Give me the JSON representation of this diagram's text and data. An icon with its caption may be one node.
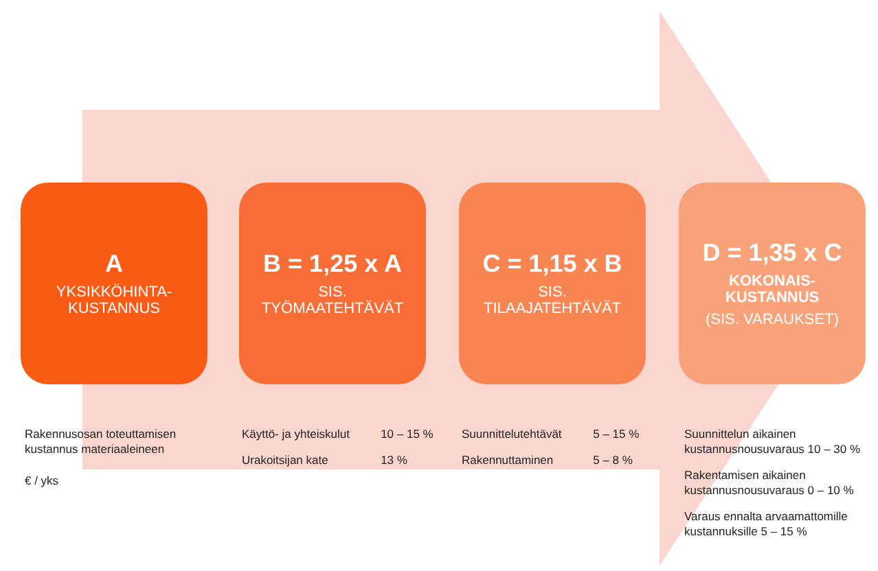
{
  "diagram": {
    "nodes": [
      {
        "text": [
          "A",
          "YKSIKKÖHINTA- KUSTANNUS"
        ],
        "beside": [
          "Rakennusosan toteuttamisen kustannus materiaaleineen",
          "€ / yks"
        ]
      },
      {
        "text": [
          "B = 1,25 x A",
          "SIS. TYÖMAATEHTÄVÄT"
        ],
        "beside": [
          "Käyttö- ja yhteiskulut",
          "10 – 15 %",
          "Urakoitsijan kate",
          "13 %"
        ]
      },
      {
        "text": [
          "C = 1,15 x B",
          "SIS. TILAAJATEHTÄVÄT"
        ],
        "beside": [
          "Suunnittelutehtävät",
          "5 – 15 %",
          "Rakennuttaminen",
          "5 – 8 %"
        ]
      },
      {
        "text": [
          "D = 1,35 x C",
          "KOKONAIS- KUSTANNUS",
          "(SIS. VARAUKSET)"
        ],
        "beside": [
          "Suunnittelun aikainen kustannusnousuvaraus 10 – 30 %",
          "Rakentamisen aikainen kustannusnousuvaraus 0 – 10 %",
          "Varaus ennalta arvaamattomille kustannuksille 5 – 15 %"
        ]
      }
    ],
    "edges": [
      {
        "from": 0,
        "to": 3,
        "arrow": "to",
        "style": "thick"
      }
    ]
  }
}
